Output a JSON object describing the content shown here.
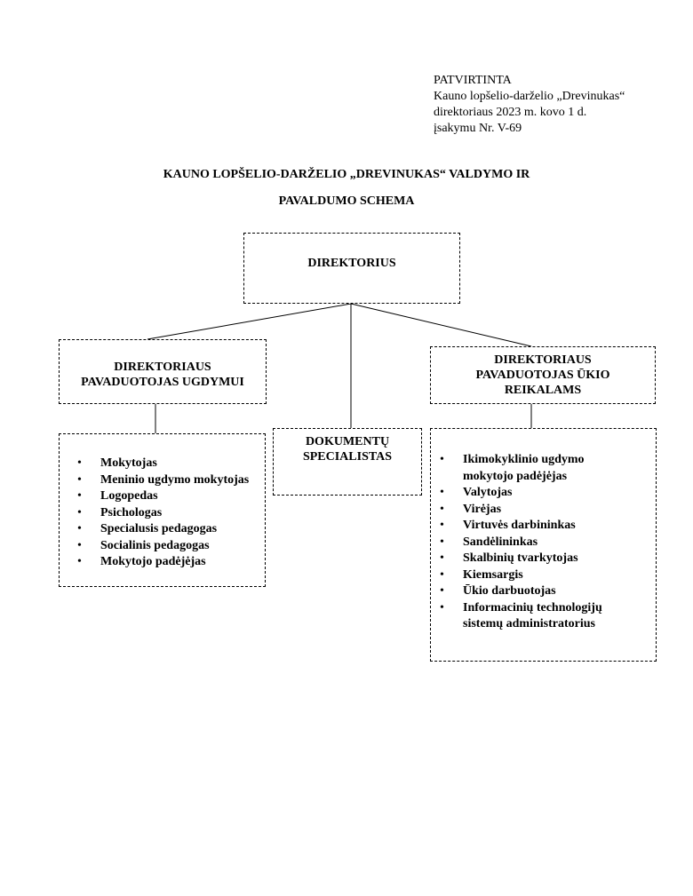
{
  "approval": {
    "line1": "PATVIRTINTA",
    "line2": "Kauno lopšelio-darželio „Drevinukas“",
    "line3": "direktoriaus 2023 m. kovo 1 d.",
    "line4": "įsakymu Nr. V-69"
  },
  "title": {
    "line1": "KAUNO LOPŠELIO-DARŽELIO „DREVINUKAS“ VALDYMO IR",
    "line2": "PAVALDUMO SCHEMA"
  },
  "nodes": {
    "director": {
      "label": "DIREKTORIUS"
    },
    "deputy_education": {
      "line1": "DIREKTORIAUS",
      "line2": "PAVADUOTOJAS UGDYMUI"
    },
    "documents": {
      "line1": "DOKUMENTŲ",
      "line2": "SPECIALISTAS"
    },
    "deputy_economic": {
      "line1": "DIREKTORIAUS",
      "line2": "PAVADUOTOJAS ŪKIO",
      "line3": "REIKALAMS"
    }
  },
  "education_staff": [
    "Mokytojas",
    "Meninio ugdymo mokytojas",
    "Logopedas",
    "Psichologas",
    "Specialusis pedagogas",
    "Socialinis pedagogas",
    "Mokytojo padėjėjas"
  ],
  "economic_staff": [
    [
      "Ikimokyklinio ugdymo",
      "mokytojo padėjėjas"
    ],
    [
      "Valytojas"
    ],
    [
      "Virėjas"
    ],
    [
      "Virtuvės darbininkas"
    ],
    [
      "Sandėlininkas"
    ],
    [
      "Skalbinių tvarkytojas"
    ],
    [
      "Kiemsargis"
    ],
    [
      "Ūkio darbuotojas"
    ],
    [
      "Informacinių technologijų",
      "sistemų administratorius"
    ]
  ]
}
